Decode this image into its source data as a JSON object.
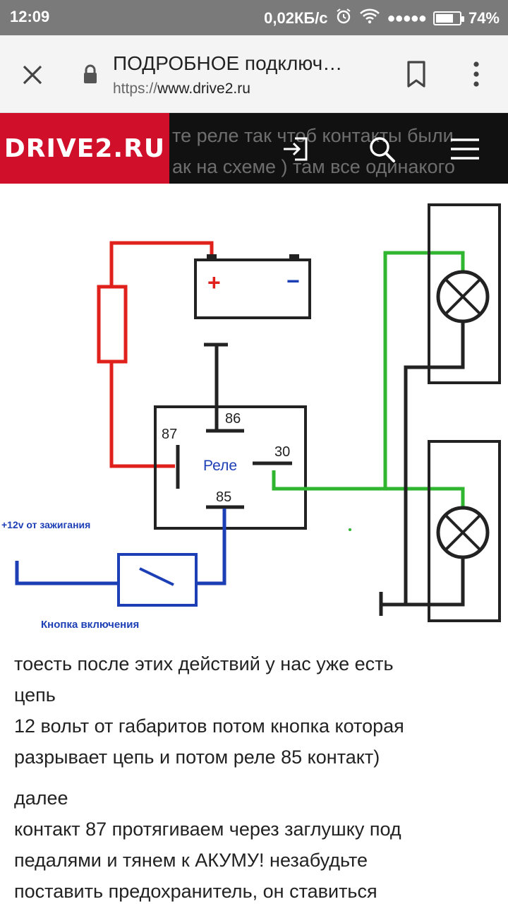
{
  "status_bar": {
    "time": "12:09",
    "speed": "0,02КБ/с",
    "signal": "●●●●●",
    "battery_percent": "74%",
    "battery_level": 0.74,
    "icons": [
      "alarm-icon",
      "wifi-icon",
      "battery-icon"
    ]
  },
  "browser": {
    "title": "ПОДРОБНОЕ подключ…",
    "url_scheme": "https://",
    "url_host": "www.drive2.ru",
    "icons": [
      "close-icon",
      "lock-icon",
      "bookmark-icon",
      "more-vert-icon"
    ]
  },
  "site_header": {
    "logo": "DRIVE2.RU",
    "ghost_line1": "те реле так чтоб контакты были",
    "ghost_line2": "ак на схеме ) там все одинакого",
    "icons": [
      "login-icon",
      "search-icon",
      "menu-icon"
    ],
    "brand_color": "#d0102b"
  },
  "diagram": {
    "pin_87": "87",
    "pin_86": "86",
    "pin_30": "30",
    "pin_85": "85",
    "relay_label": "Реле",
    "plus_sign": "+",
    "minus_sign": "−",
    "ignition_label": "+12v от зажигания",
    "button_label": "Кнопка включения",
    "colors": {
      "positive": "#e0211b",
      "control": "#1d3fb5",
      "lamp": "#2fb52f",
      "ground": "#111111"
    }
  },
  "article": {
    "p1_line1": "тоесть после этих действий у нас уже есть",
    "p1_line2": "цепь",
    "p1_line3": "12 вольт от габаритов потом кнопка которая",
    "p1_line4": "разрывает цепь и потом реле 85 контакт)",
    "p2_line1": "далее",
    "p2_line2": "контакт 87 протягиваем через заглушку под",
    "p2_line3": "педалями и тянем к АКУМУ! незабудьте",
    "p2_line4": "поставить предохранитель, он ставиться"
  }
}
